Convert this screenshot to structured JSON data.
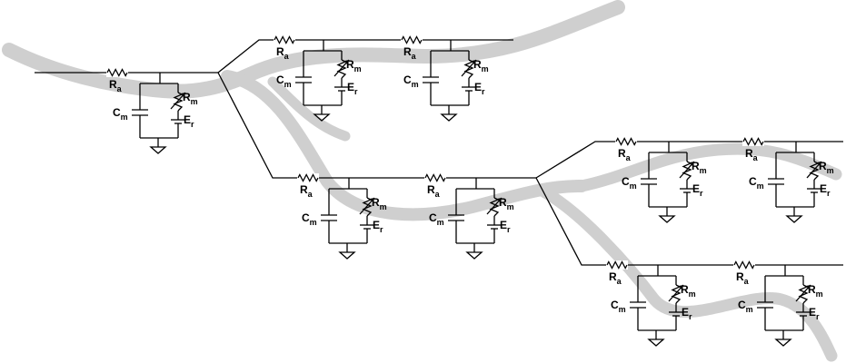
{
  "labels": {
    "axial_resistance": {
      "main": "R",
      "sub": "a"
    },
    "membrane_resistance": {
      "main": "R",
      "sub": "m"
    },
    "membrane_capacitance": {
      "main": "C",
      "sub": "m"
    },
    "reversal_potential": {
      "main": "E",
      "sub": "r"
    }
  },
  "colors": {
    "wire": "#000000",
    "dendrite_tree": "#cfcfcf",
    "background": "#ffffff"
  },
  "icons": [
    "resistor-icon",
    "variable-resistor-icon",
    "capacitor-icon",
    "battery-icon",
    "ground-icon"
  ]
}
